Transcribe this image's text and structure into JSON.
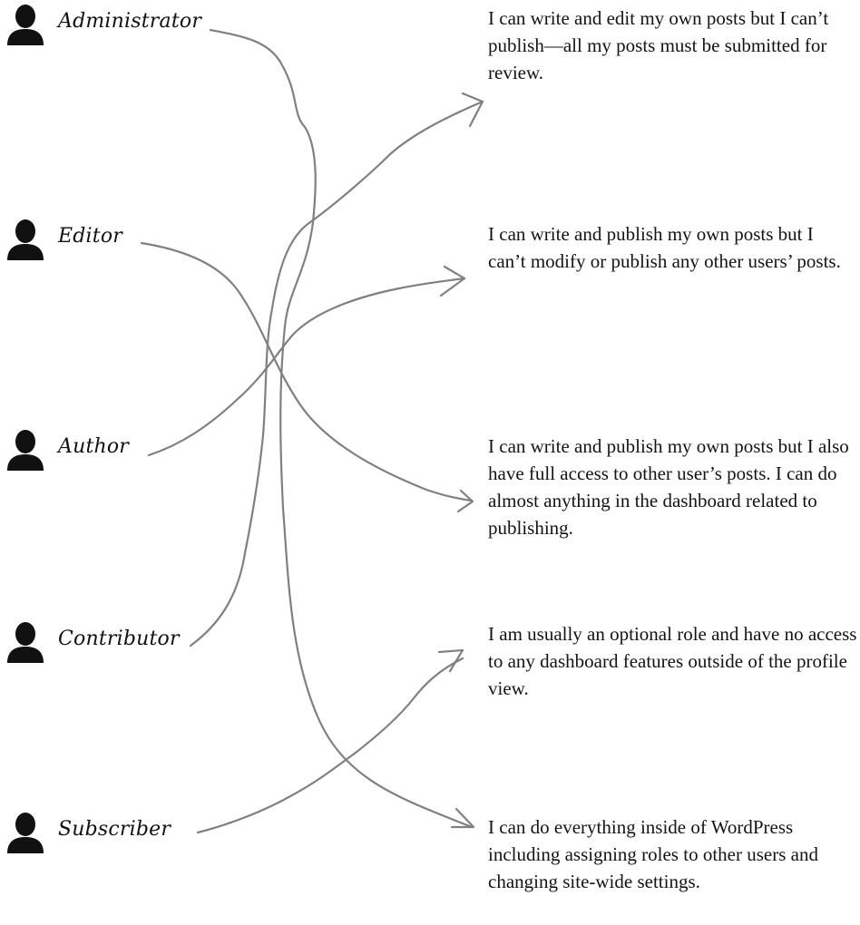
{
  "roles": [
    {
      "name": "Administrator",
      "icon": "person-icon"
    },
    {
      "name": "Editor",
      "icon": "person-icon"
    },
    {
      "name": "Author",
      "icon": "person-icon"
    },
    {
      "name": "Contributor",
      "icon": "person-icon"
    },
    {
      "name": "Subscriber",
      "icon": "person-icon"
    }
  ],
  "descriptions": [
    "I can write and edit my own posts but I can’t publish—all my posts must be submitted for review.",
    "I can write and publish my own posts but I can’t modify or publish any other users’ posts.",
    "I can write and publish my own posts but I also have full access to other user’s posts. I can do almost anything in the dashboard related to publishing.",
    "I am usually an optional role and have no access to any dashboard features outside of the profile view.",
    "I can do everything inside of WordPress including assigning roles to other users and changing site-wide settings."
  ],
  "connections": [
    {
      "role": "Administrator",
      "description_index": 4
    },
    {
      "role": "Editor",
      "description_index": 2
    },
    {
      "role": "Author",
      "description_index": 1
    },
    {
      "role": "Contributor",
      "description_index": 0
    },
    {
      "role": "Subscriber",
      "description_index": 3
    }
  ],
  "colors": {
    "arrow": "#808080",
    "icon": "#111111",
    "text": "#141414"
  }
}
